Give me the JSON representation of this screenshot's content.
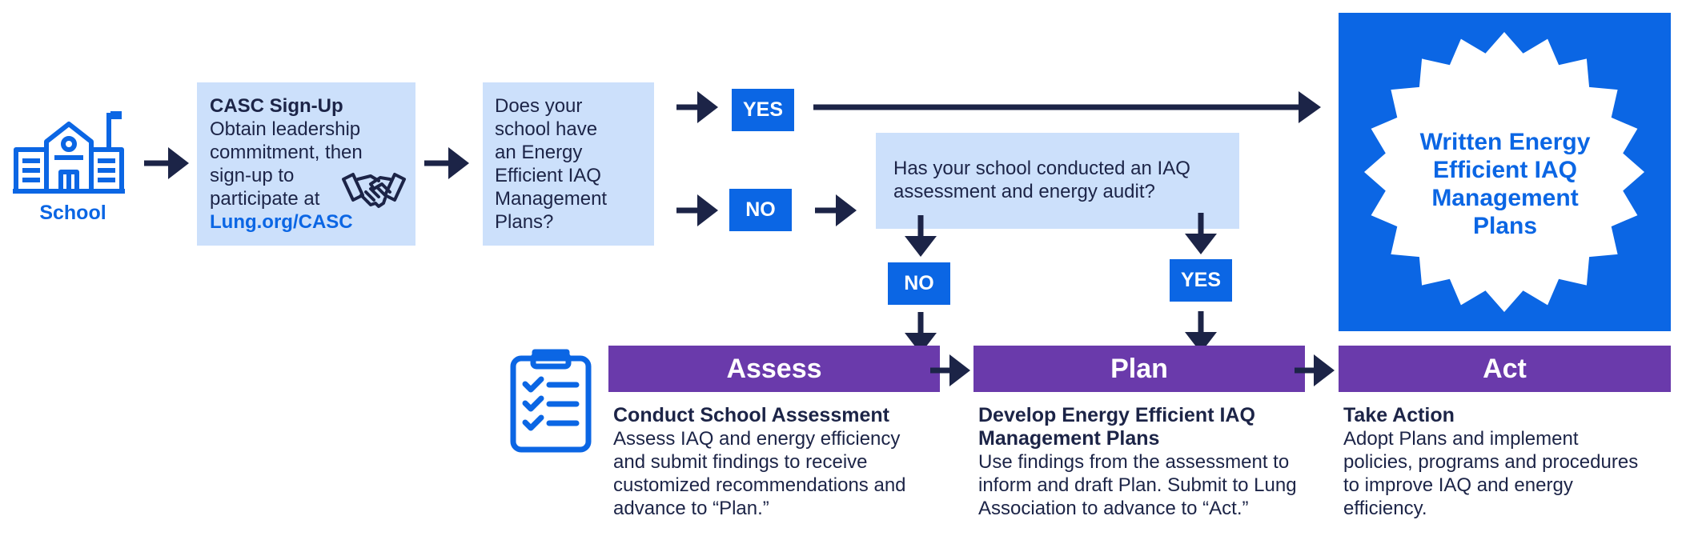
{
  "start": {
    "label": "School"
  },
  "signup": {
    "title": "CASC Sign-Up",
    "line1": "Obtain leadership",
    "line2": "commitment, then",
    "line3": "sign-up to",
    "line4": "participate at",
    "link": "Lung.org/CASC"
  },
  "q1": {
    "lines": [
      "Does your",
      "school have",
      "an Energy",
      "Efficient IAQ",
      "Management",
      "Plans?"
    ]
  },
  "q2": {
    "line1": "Has your school conducted an IAQ",
    "line2": "assessment and energy audit?"
  },
  "badges": {
    "yes_top": "YES",
    "no_mid": "NO",
    "no_lower": "NO",
    "yes_lower": "YES"
  },
  "outcome": {
    "lines": [
      "Written Energy",
      "Efficient IAQ",
      "Management",
      "Plans"
    ]
  },
  "stages": {
    "assess": {
      "label": "Assess",
      "title": "Conduct School Assessment",
      "body": [
        "Assess IAQ and energy efficiency",
        "and submit findings to receive",
        "customized recommendations and",
        "advance to “Plan.”"
      ]
    },
    "plan": {
      "label": "Plan",
      "title": [
        "Develop Energy Efficient IAQ",
        "Management Plans"
      ],
      "body": [
        "Use findings from the assessment to",
        "inform and draft Plan. Submit to Lung",
        "Association to advance to “Act.”"
      ]
    },
    "act": {
      "label": "Act",
      "title": "Take Action",
      "body": [
        "Adopt Plans and implement",
        "policies, programs and procedures",
        "to improve IAQ and energy",
        "efficiency."
      ]
    }
  },
  "colors": {
    "primary_blue": "#0b66e4",
    "light_blue": "#cce0fb",
    "navy": "#1c2447",
    "purple": "#6a3aab",
    "white": "#ffffff"
  },
  "icons": [
    "school-building-icon",
    "handshake-icon",
    "clipboard-checklist-icon",
    "arrow-right-icon",
    "arrow-down-icon",
    "starburst-seal-icon"
  ]
}
